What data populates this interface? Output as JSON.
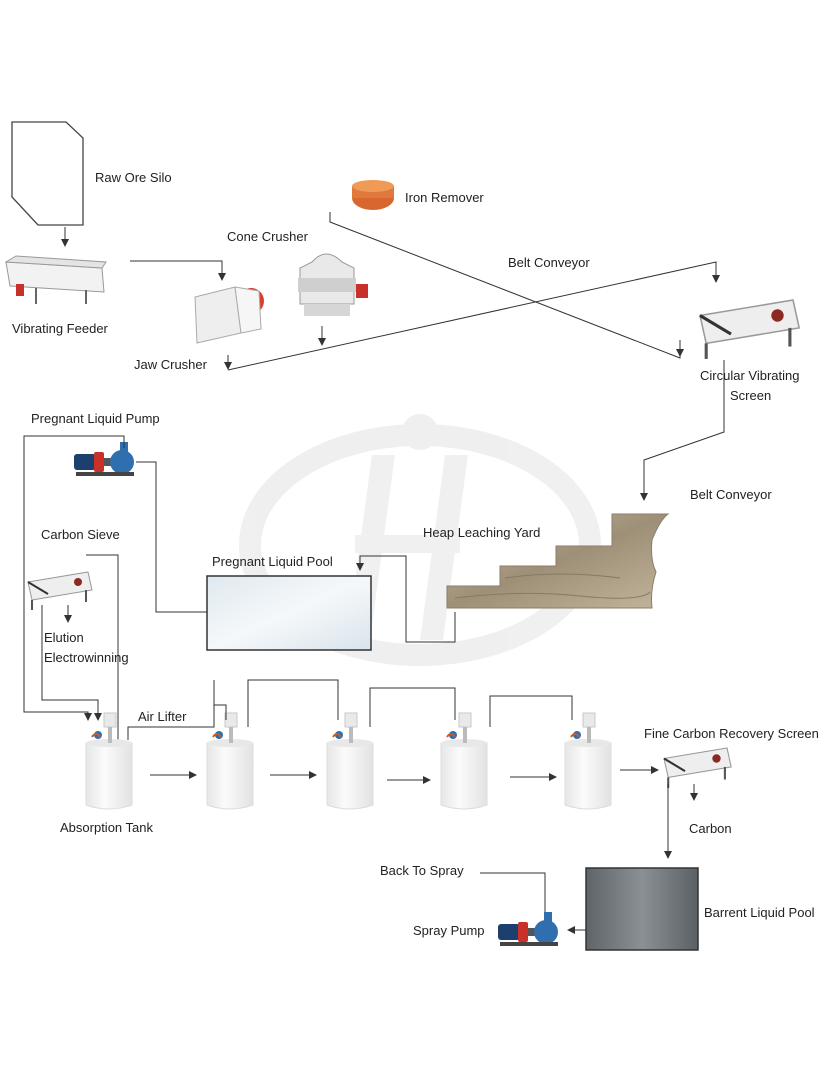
{
  "labels": {
    "raw_ore_silo": "Raw Ore Silo",
    "vibrating_feeder": "Vibrating Feeder",
    "iron_remover": "Iron Remover",
    "cone_crusher": "Cone Crusher",
    "belt_conveyor_top": "Belt Conveyor",
    "jaw_crusher": "Jaw Crusher",
    "circular_vibrating_screen_1": "Circular Vibrating",
    "circular_vibrating_screen_2": "Screen",
    "pregnant_liquid_pump": "Pregnant Liquid Pump",
    "belt_conveyor_mid": "Belt Conveyor",
    "carbon_sieve": "Carbon Sieve",
    "heap_leaching_yard": "Heap Leaching Yard",
    "pregnant_liquid_pool": "Pregnant Liquid Pool",
    "elution": "Elution",
    "electrowinning": "Electrowinning",
    "air_lifter": "Air Lifter",
    "fine_carbon_recovery_screen": "Fine Carbon Recovery Screen",
    "absorption_tank": "Absorption Tank",
    "carbon": "Carbon",
    "back_to_spray": "Back To Spray",
    "barrent_liquid_pool": "Barrent Liquid Pool",
    "spray_pump": "Spray Pump"
  },
  "colors": {
    "line": "#333333",
    "pump_blue": "#2f6fb0",
    "motor_red": "#c8302a",
    "crusher_red": "#d8402c",
    "iron_remover": "#d9662e",
    "tank": "#f3f3f3",
    "watermark": "#eeeeee",
    "soil": "#b8aa92",
    "barren_pool": "#6e7478"
  },
  "icons": [
    "silo-icon",
    "feeder-icon",
    "jaw-crusher-icon",
    "cone-crusher-icon",
    "iron-remover-icon",
    "vibrating-screen-icon",
    "pump-icon",
    "carbon-sieve-icon",
    "tank-icon",
    "air-lifter-icon",
    "pool-icon",
    "heap-icon",
    "watermark-logo"
  ]
}
